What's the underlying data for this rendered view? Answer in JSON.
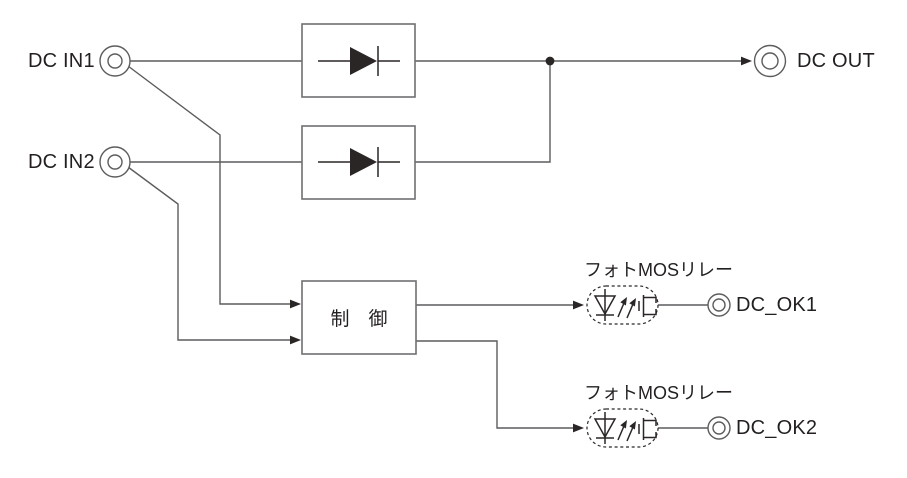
{
  "colors": {
    "line": "#5b5c5e",
    "box_line": "#6f7072",
    "symbol": "#2b2626",
    "text": "#231f20",
    "background": "#ffffff"
  },
  "nodes": {
    "dc_in1": {
      "label": "DC IN1",
      "terminal": "double-circle"
    },
    "dc_in2": {
      "label": "DC IN2",
      "terminal": "double-circle"
    },
    "dc_out": {
      "label": "DC OUT",
      "terminal": "double-circle"
    },
    "diode1": {
      "type": "diode",
      "direction": "right"
    },
    "diode2": {
      "type": "diode",
      "direction": "right"
    },
    "control": {
      "label": "制　御"
    },
    "relay1": {
      "label": "フォトMOSリレー",
      "symbols": [
        "led",
        "light-emission",
        "mosfet"
      ]
    },
    "relay2": {
      "label": "フォトMOSリレー",
      "symbols": [
        "led",
        "light-emission",
        "mosfet"
      ]
    },
    "dc_ok1": {
      "label": "DC_OK1",
      "terminal": "double-circle"
    },
    "dc_ok2": {
      "label": "DC_OK2",
      "terminal": "double-circle"
    }
  },
  "connections": [
    "DC IN1 -> diode1 -> DC OUT",
    "DC IN2 -> diode2 -> DC OUT",
    "DC IN1 -> control",
    "DC IN2 -> control",
    "control -> relay1 -> DC_OK1",
    "control -> relay2 -> DC_OK2"
  ]
}
